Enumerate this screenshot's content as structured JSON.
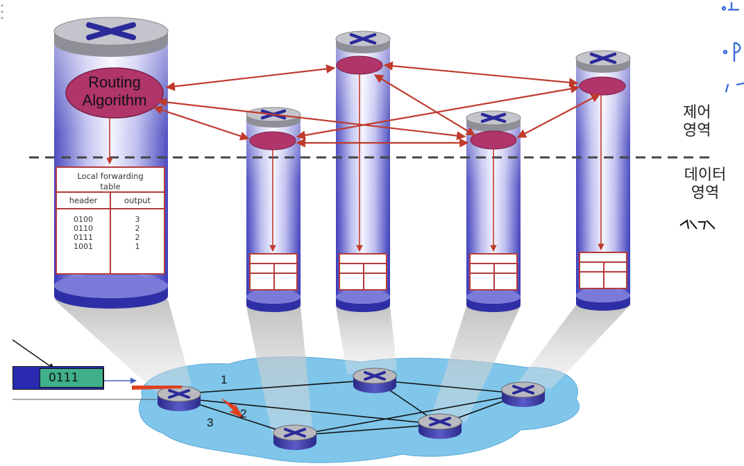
{
  "routing_algorithm": {
    "line1": "Routing",
    "line2": "Algorithm"
  },
  "forwarding_table": {
    "title_line1": "Local forwarding",
    "title_line2": "table",
    "col_header": "header",
    "col_output": "output",
    "headers": [
      "0100",
      "0110",
      "0111",
      "1001"
    ],
    "outputs": [
      "3",
      "2",
      "2",
      "1"
    ]
  },
  "packet": {
    "header_value": "0111"
  },
  "port_labels": {
    "port1": "1",
    "port2": "2",
    "port3": "3"
  },
  "plane_labels": {
    "control_line1": "제어",
    "control_line2": "영역",
    "data_line1": "데이터",
    "data_line2": "영역"
  },
  "colors": {
    "cylinder_blue": "#3d3dc0",
    "router_gray": "#b9b9bf",
    "arrow_red": "#c0392b",
    "network_cloud": "#7fc6ea",
    "control_oval": "#b0356a"
  },
  "icons": [
    "router-icon",
    "dashed-divider-line",
    "handwriting-scribble"
  ]
}
